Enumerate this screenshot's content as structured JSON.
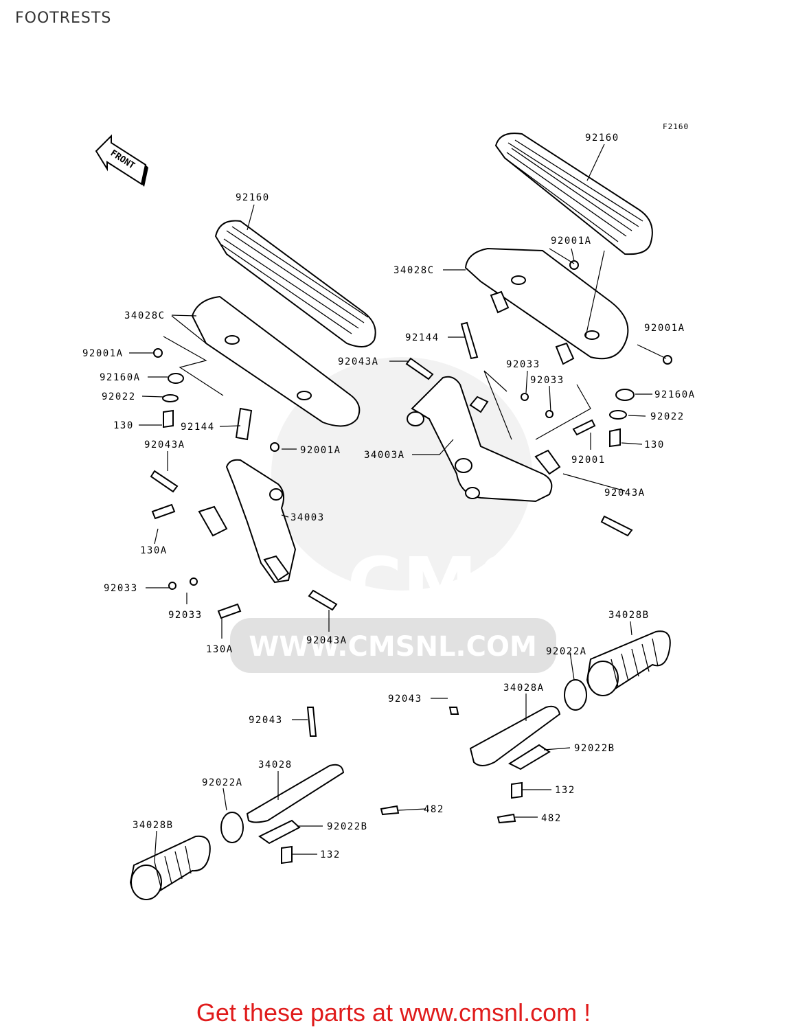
{
  "page": {
    "title": "FOOTRESTS",
    "figure_code": "F2160",
    "front_arrow": "FRONT",
    "watermark_brand": "CMS",
    "watermark_url": "WWW.CMSNL.COM",
    "cta": "Get these parts at www.cmsnl.com !"
  },
  "labels": {
    "r_92160": "92160",
    "r_92001A_top": "92001A",
    "r_34028C": "34028C",
    "r_92001A_right": "92001A",
    "r_92144": "92144",
    "r_92043A_top": "92043A",
    "r_92033_a": "92033",
    "r_92033_b": "92033",
    "r_92160A": "92160A",
    "r_92022": "92022",
    "r_130": "130",
    "r_92001": "92001",
    "r_34003A": "34003A",
    "r_92043A_bottom": "92043A",
    "l_92160": "92160",
    "l_34028C": "34028C",
    "l_92001A_top": "92001A",
    "l_92160A": "92160A",
    "l_92022": "92022",
    "l_130": "130",
    "l_92144": "92144",
    "l_92001A_bottom": "92001A",
    "l_92043A_top": "92043A",
    "l_34003": "34003",
    "l_130A_top": "130A",
    "l_92033_a": "92033",
    "l_92033_b": "92033",
    "l_130A_bottom": "130A",
    "l_92043A_bottom": "92043A",
    "p_34028B_right": "34028B",
    "p_92022A_right": "92022A",
    "p_34028A": "34028A",
    "p_92043_right": "92043",
    "p_92022B_right": "92022B",
    "p_132_right": "132",
    "p_482_right": "482",
    "p_92043_left": "92043",
    "p_34028": "34028",
    "p_92022A_left": "92022A",
    "p_482_left": "482",
    "p_92022B_left": "92022B",
    "p_34028B_left": "34028B",
    "p_132_left": "132"
  }
}
